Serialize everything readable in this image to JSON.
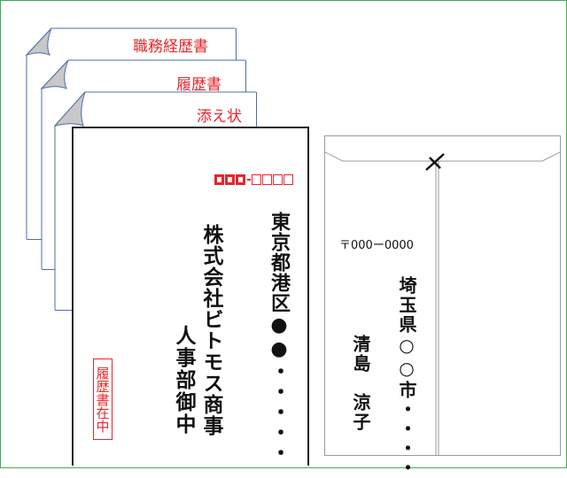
{
  "documents": [
    {
      "label": "職務経歴書"
    },
    {
      "label": "履歴書"
    },
    {
      "label": "添え状"
    }
  ],
  "front_envelope": {
    "postal_code_boxes": "□□□-□□□□",
    "address": "東京都港区●●・・・・・",
    "company": "株式会社ビトモス商事",
    "department": "人事部御中",
    "stamp": "履歴書在中"
  },
  "back_envelope": {
    "postal_code": "〒000ー0000",
    "address": "埼玉県○○市・・・・",
    "sender_name": "清島　涼子"
  },
  "colors": {
    "red": "#e8262c",
    "sheet_border": "#4a6fa8",
    "frame": "#3fae4e"
  }
}
